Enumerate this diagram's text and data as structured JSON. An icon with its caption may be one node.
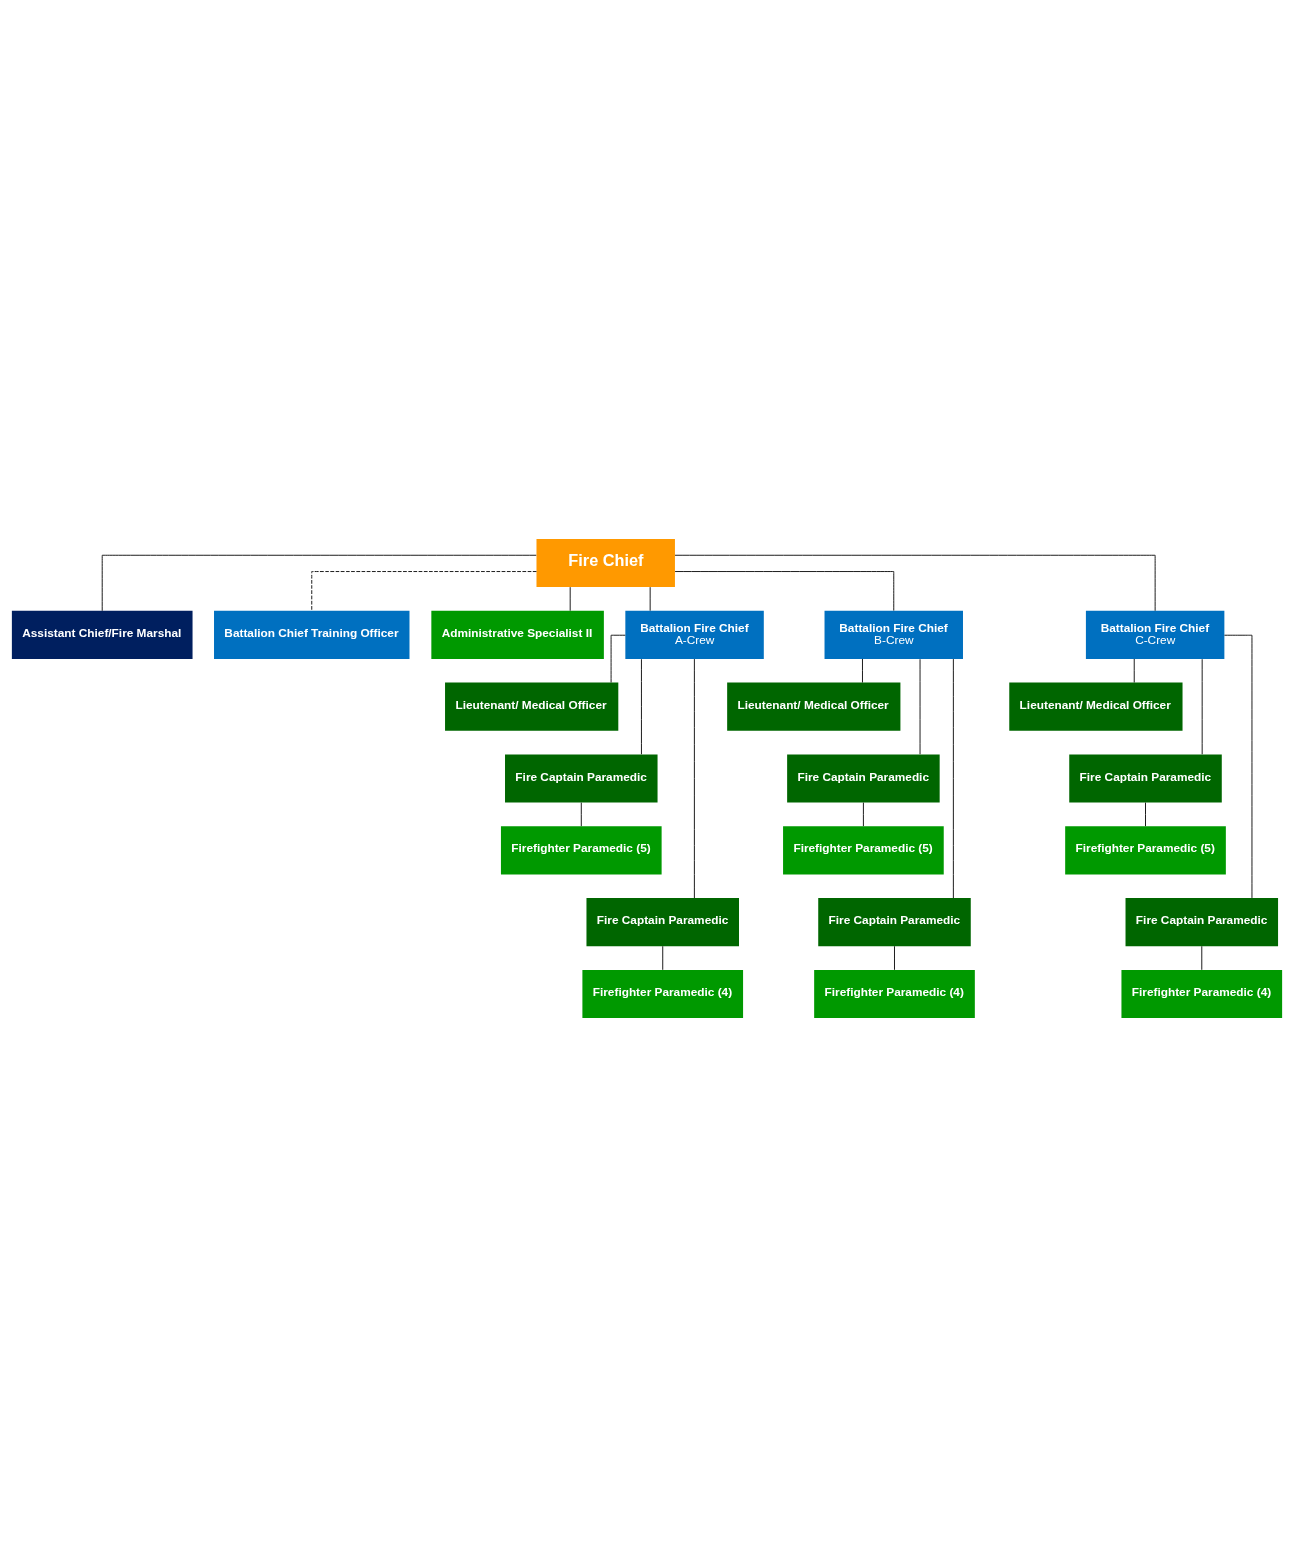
{
  "diagram": {
    "nodes": [
      {
        "text": [
          "Fire Chief"
        ]
      },
      {
        "text": [
          "Assistant Chief/Fire Marshal"
        ]
      },
      {
        "text": [
          "Battalion Chief Training Officer"
        ]
      },
      {
        "text": [
          "Administrative Specialist II"
        ]
      },
      {
        "text": [
          "Battalion Fire Chief",
          "A-Crew"
        ]
      },
      {
        "text": [
          "Battalion Fire Chief",
          "B-Crew"
        ]
      },
      {
        "text": [
          "Battalion Fire Chief",
          "C-Crew"
        ]
      },
      {
        "text": [
          "Lieutenant/ Medical Officer"
        ]
      },
      {
        "text": [
          "Fire Captain Paramedic"
        ]
      },
      {
        "text": [
          "Firefighter Paramedic (5)"
        ]
      },
      {
        "text": [
          "Fire Captain Paramedic"
        ]
      },
      {
        "text": [
          "Firefighter Paramedic (4)"
        ]
      },
      {
        "text": [
          "Lieutenant/ Medical Officer"
        ]
      },
      {
        "text": [
          "Fire Captain Paramedic"
        ]
      },
      {
        "text": [
          "Firefighter Paramedic (5)"
        ]
      },
      {
        "text": [
          "Fire Captain Paramedic"
        ]
      },
      {
        "text": [
          "Firefighter Paramedic (4)"
        ]
      },
      {
        "text": [
          "Lieutenant/ Medical Officer"
        ]
      },
      {
        "text": [
          "Fire Captain Paramedic"
        ]
      },
      {
        "text": [
          "Firefighter Paramedic (5)"
        ]
      },
      {
        "text": [
          "Fire Captain Paramedic"
        ]
      },
      {
        "text": [
          "Firefighter Paramedic (4)"
        ]
      }
    ],
    "edges": [
      {
        "from": 0,
        "to": 1,
        "arrow": "none"
      },
      {
        "from": 0,
        "to": 2,
        "arrow": "none",
        "style": "dashed"
      },
      {
        "from": 0,
        "to": 3,
        "arrow": "none"
      },
      {
        "from": 0,
        "to": 4,
        "arrow": "none"
      },
      {
        "from": 0,
        "to": 5,
        "arrow": "none"
      },
      {
        "from": 0,
        "to": 6,
        "arrow": "none"
      },
      {
        "from": 4,
        "to": 7,
        "arrow": "none"
      },
      {
        "from": 4,
        "to": 8,
        "arrow": "none"
      },
      {
        "from": 8,
        "to": 9,
        "arrow": "none"
      },
      {
        "from": 4,
        "to": 10,
        "arrow": "none"
      },
      {
        "from": 10,
        "to": 11,
        "arrow": "none"
      },
      {
        "from": 5,
        "to": 12,
        "arrow": "none"
      },
      {
        "from": 5,
        "to": 13,
        "arrow": "none"
      },
      {
        "from": 13,
        "to": 14,
        "arrow": "none"
      },
      {
        "from": 5,
        "to": 15,
        "arrow": "none"
      },
      {
        "from": 15,
        "to": 16,
        "arrow": "none"
      },
      {
        "from": 6,
        "to": 17,
        "arrow": "none"
      },
      {
        "from": 6,
        "to": 18,
        "arrow": "none"
      },
      {
        "from": 18,
        "to": 19,
        "arrow": "none"
      },
      {
        "from": 6,
        "to": 20,
        "arrow": "none"
      },
      {
        "from": 20,
        "to": 21,
        "arrow": "none"
      }
    ]
  }
}
